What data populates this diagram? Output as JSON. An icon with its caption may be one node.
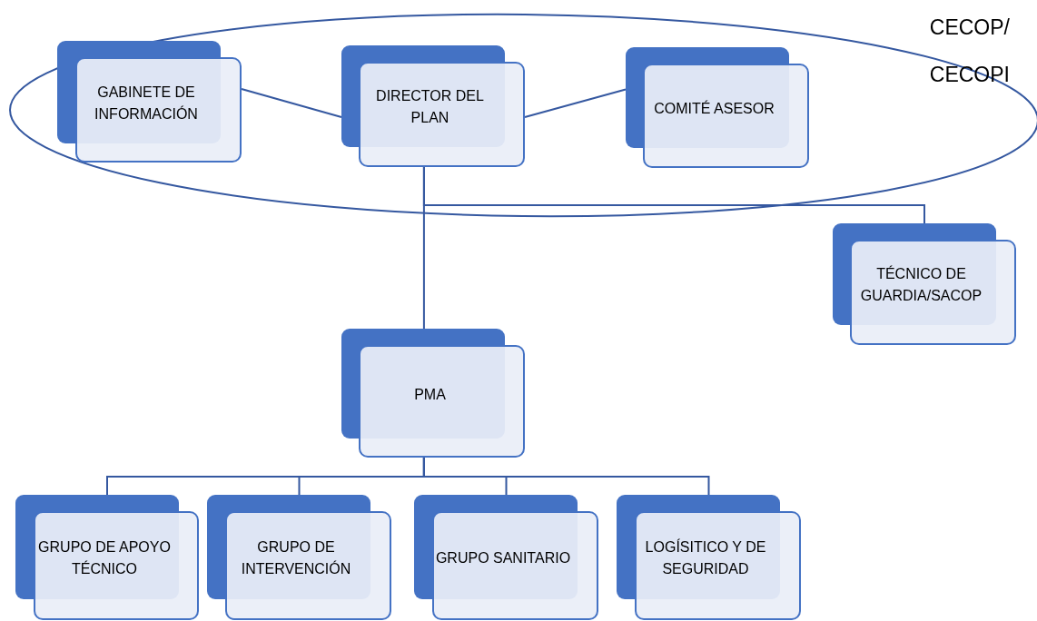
{
  "diagram": {
    "nodes": [
      {
        "text": [
          "CECOP/ CECOPI"
        ]
      },
      {
        "text": [
          "GABINETE DE INFORMACIÓN"
        ],
        "in": 0
      },
      {
        "text": [
          "DIRECTOR DEL PLAN"
        ],
        "in": 0
      },
      {
        "text": [
          "COMITÉ ASESOR"
        ],
        "in": 0
      },
      {
        "text": [
          "TÉCNICO DE GUARDIA/SACOP"
        ]
      },
      {
        "text": [
          "PMA"
        ]
      },
      {
        "text": [
          "GRUPO DE APOYO TÉCNICO"
        ]
      },
      {
        "text": [
          "GRUPO DE INTERVENCIÓN"
        ]
      },
      {
        "text": [
          "GRUPO SANITARIO"
        ]
      },
      {
        "text": [
          "LOGÍSITICO Y DE SEGURIDAD"
        ]
      }
    ],
    "edges": [
      {
        "from": 2,
        "to": 1,
        "arrow": "none"
      },
      {
        "from": 2,
        "to": 3,
        "arrow": "none"
      },
      {
        "from": 2,
        "to": 4,
        "arrow": "none"
      },
      {
        "from": 2,
        "to": 5,
        "arrow": "none"
      },
      {
        "from": 5,
        "to": 6,
        "arrow": "none"
      },
      {
        "from": 5,
        "to": 7,
        "arrow": "none"
      },
      {
        "from": 5,
        "to": 8,
        "arrow": "none"
      },
      {
        "from": 5,
        "to": 9,
        "arrow": "none"
      }
    ]
  }
}
